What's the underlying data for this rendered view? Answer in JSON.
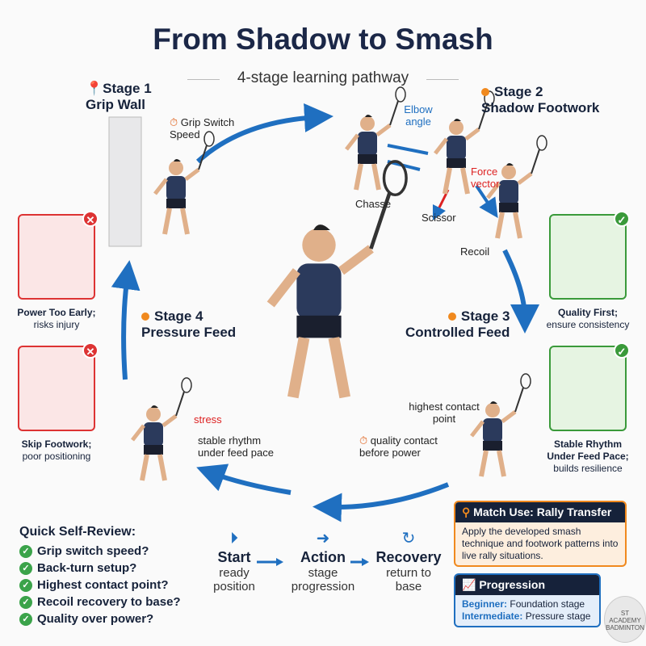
{
  "title": "From Shadow to Smash",
  "subtitle": "4-stage learning pathway",
  "colors": {
    "navy": "#16223a",
    "accent_blue": "#1f6fc0",
    "accent_orange": "#f0891e",
    "error_red": "#d33333",
    "success_green": "#3a9a3a"
  },
  "stages": [
    {
      "number": "Stage 1",
      "name": "Grip Wall",
      "notes": [
        "Grip Switch Speed"
      ]
    },
    {
      "number": "Stage 2",
      "name": "Shadow Footwork",
      "notes": [
        "Elbow angle",
        "Force vector",
        "Chasse",
        "Scissor",
        "Recoil"
      ]
    },
    {
      "number": "Stage 3",
      "name": "Controlled Feed",
      "notes": [
        "highest contact point",
        "quality contact before power"
      ]
    },
    {
      "number": "Stage 4",
      "name": "Pressure Feed",
      "notes": [
        "stress",
        "stable rhythm under feed pace"
      ]
    }
  ],
  "mistakes": [
    {
      "icon": "x-icon",
      "title": "Power Too Early;",
      "detail": "risks injury"
    },
    {
      "icon": "x-icon",
      "title": "Skip Footwork;",
      "detail": "poor positioning"
    }
  ],
  "goods": [
    {
      "icon": "check-icon",
      "title": "Quality First;",
      "detail": "ensure consistency"
    },
    {
      "icon": "check-icon",
      "title": "Stable Rhythm Under Feed Pace;",
      "detail": "builds resilience"
    }
  ],
  "review": {
    "title": "Quick Self-Review:",
    "items": [
      "Grip switch speed?",
      "Back-turn setup?",
      "Highest contact point?",
      "Recoil recovery to base?",
      "Quality over power?"
    ]
  },
  "flow": [
    {
      "icon": "play-icon",
      "title": "Start",
      "sub": "ready position"
    },
    {
      "icon": "arrow-right-icon",
      "title": "Action",
      "sub": "stage progression"
    },
    {
      "icon": "rotate-icon",
      "title": "Recovery",
      "sub": "return to base"
    }
  ],
  "match_use": {
    "title": "Match Use: Rally Transfer",
    "body": "Apply the developed smash technique and footwork patterns into live rally situations."
  },
  "progression": {
    "title": "Progression",
    "rows": [
      {
        "level": "Beginner:",
        "text": "Foundation stage"
      },
      {
        "level": "Intermediate:",
        "text": "Pressure stage"
      }
    ]
  },
  "logo": {
    "text": "ST ACADEMY BADMINTON"
  }
}
